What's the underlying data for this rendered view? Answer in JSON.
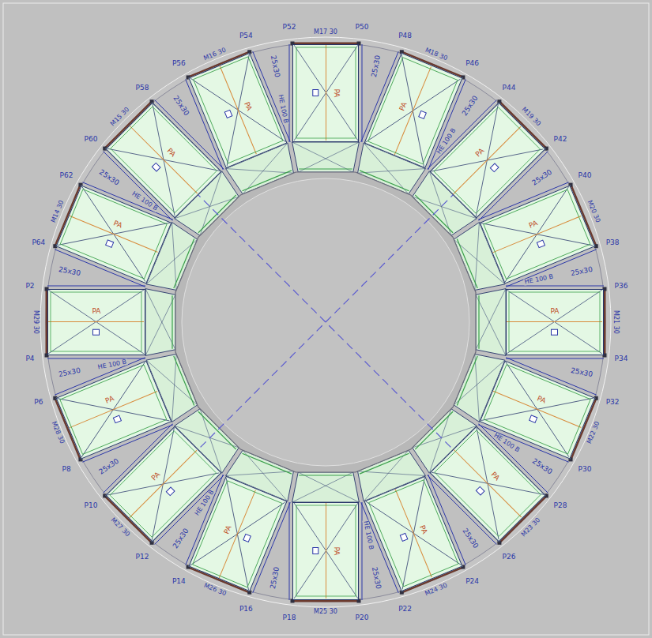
{
  "diagram": {
    "nodes": [
      {
        "text": [
          "PA"
        ]
      },
      {
        "text": [
          "PA"
        ]
      },
      {
        "text": [
          "PA"
        ]
      },
      {
        "text": [
          "PA"
        ]
      },
      {
        "text": [
          "PA"
        ]
      },
      {
        "text": [
          "PA"
        ]
      },
      {
        "text": [
          "PA"
        ]
      },
      {
        "text": [
          "PA"
        ]
      },
      {
        "text": [
          "PA"
        ]
      },
      {
        "text": [
          "PA"
        ]
      },
      {
        "text": [
          "PA"
        ]
      },
      {
        "text": [
          "PA"
        ]
      },
      {
        "text": [
          "PA"
        ]
      },
      {
        "text": [
          "PA"
        ]
      },
      {
        "text": [
          "PA"
        ]
      },
      {
        "text": [
          "PA"
        ]
      }
    ],
    "labels": [
      "P2",
      "P4",
      "P6",
      "P8",
      "P10",
      "P12",
      "P14",
      "P16",
      "P18",
      "P20",
      "P22",
      "P24",
      "P26",
      "P28",
      "P30",
      "P32",
      "P34",
      "P36",
      "P38",
      "P40",
      "P42",
      "P44",
      "P46",
      "P48",
      "P50",
      "P52",
      "P54",
      "P56",
      "P58",
      "P60",
      "P62",
      "P64",
      "25x30",
      "25x30",
      "25x30",
      "25x30",
      "25x30",
      "25x30",
      "25x30",
      "25x30",
      "25x30",
      "25x30",
      "25x30",
      "25x30",
      "25x30",
      "25x30",
      "25x30",
      "25x30",
      "HE 100 B",
      "HE 100 B",
      "HE 100 B",
      "HE 100 B",
      "HE 100 B",
      "HE 100 B",
      "HE 100 B",
      "HE 100 B",
      "M29 30",
      "M28 30",
      "M27 30",
      "M26 30",
      "M25 30",
      "M24 30",
      "M23 30",
      "M22 30",
      "M21 30",
      "M20 30",
      "M19 30",
      "M18 30",
      "M17 30",
      "M16 30",
      "M15 30",
      "M14 30"
    ]
  }
}
